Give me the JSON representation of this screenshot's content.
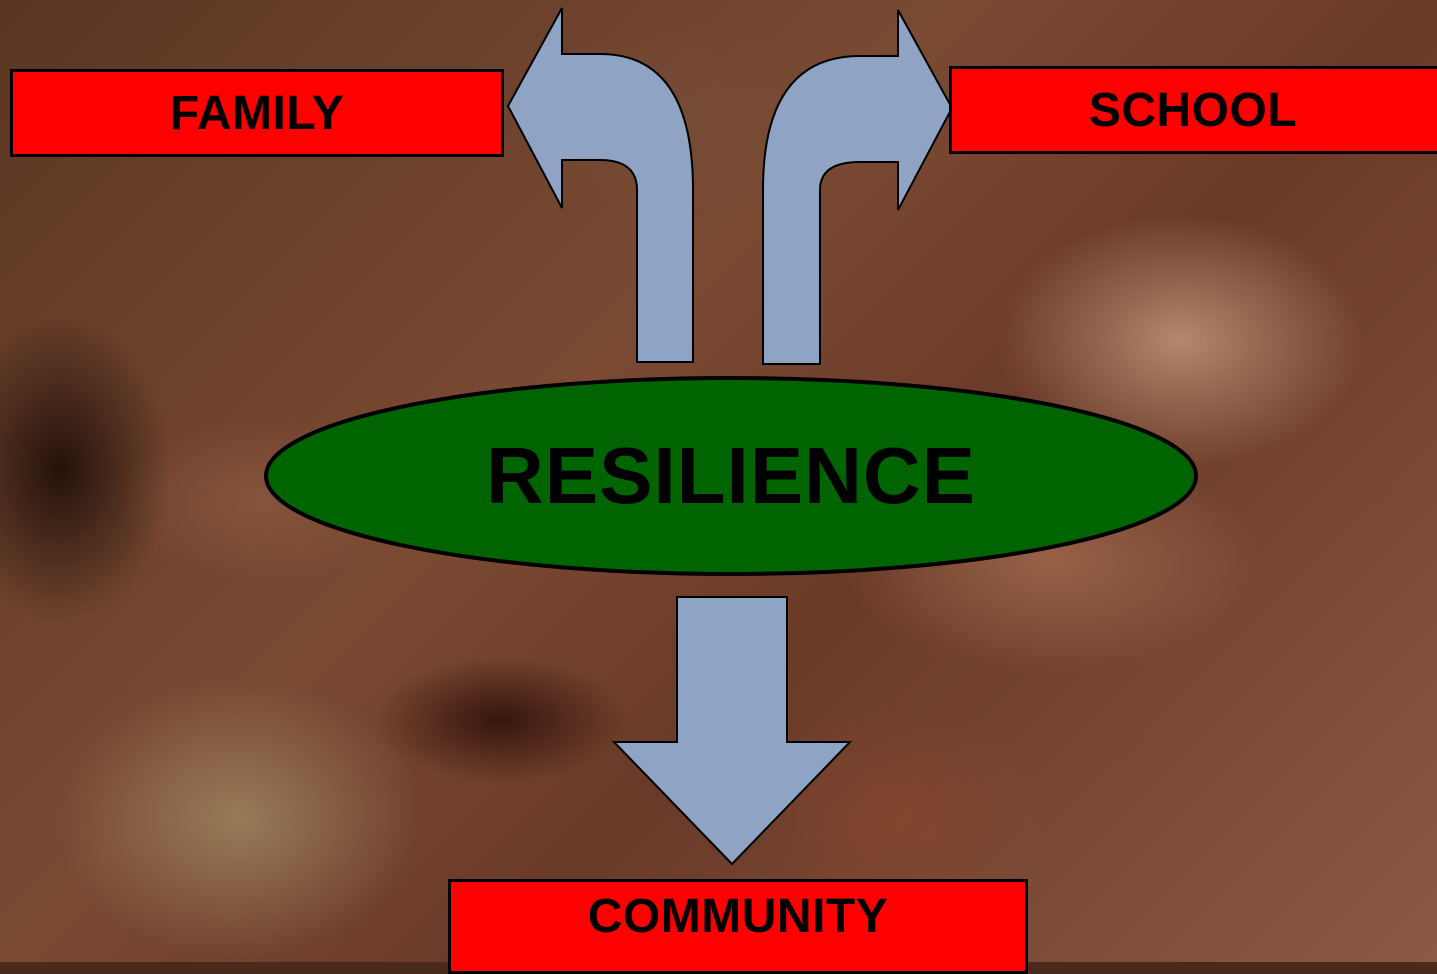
{
  "nodes": {
    "center": "RESILIENCE",
    "family": "FAMILY",
    "school": "SCHOOL",
    "community": "COMMUNITY"
  },
  "colors": {
    "center_fill": "#006400",
    "box_fill": "#ff0000",
    "arrow_fill": "#8fa4c4",
    "outline": "#000000"
  },
  "edges": [
    {
      "from": "RESILIENCE",
      "to": "FAMILY"
    },
    {
      "from": "RESILIENCE",
      "to": "SCHOOL"
    },
    {
      "from": "RESILIENCE",
      "to": "COMMUNITY"
    }
  ]
}
